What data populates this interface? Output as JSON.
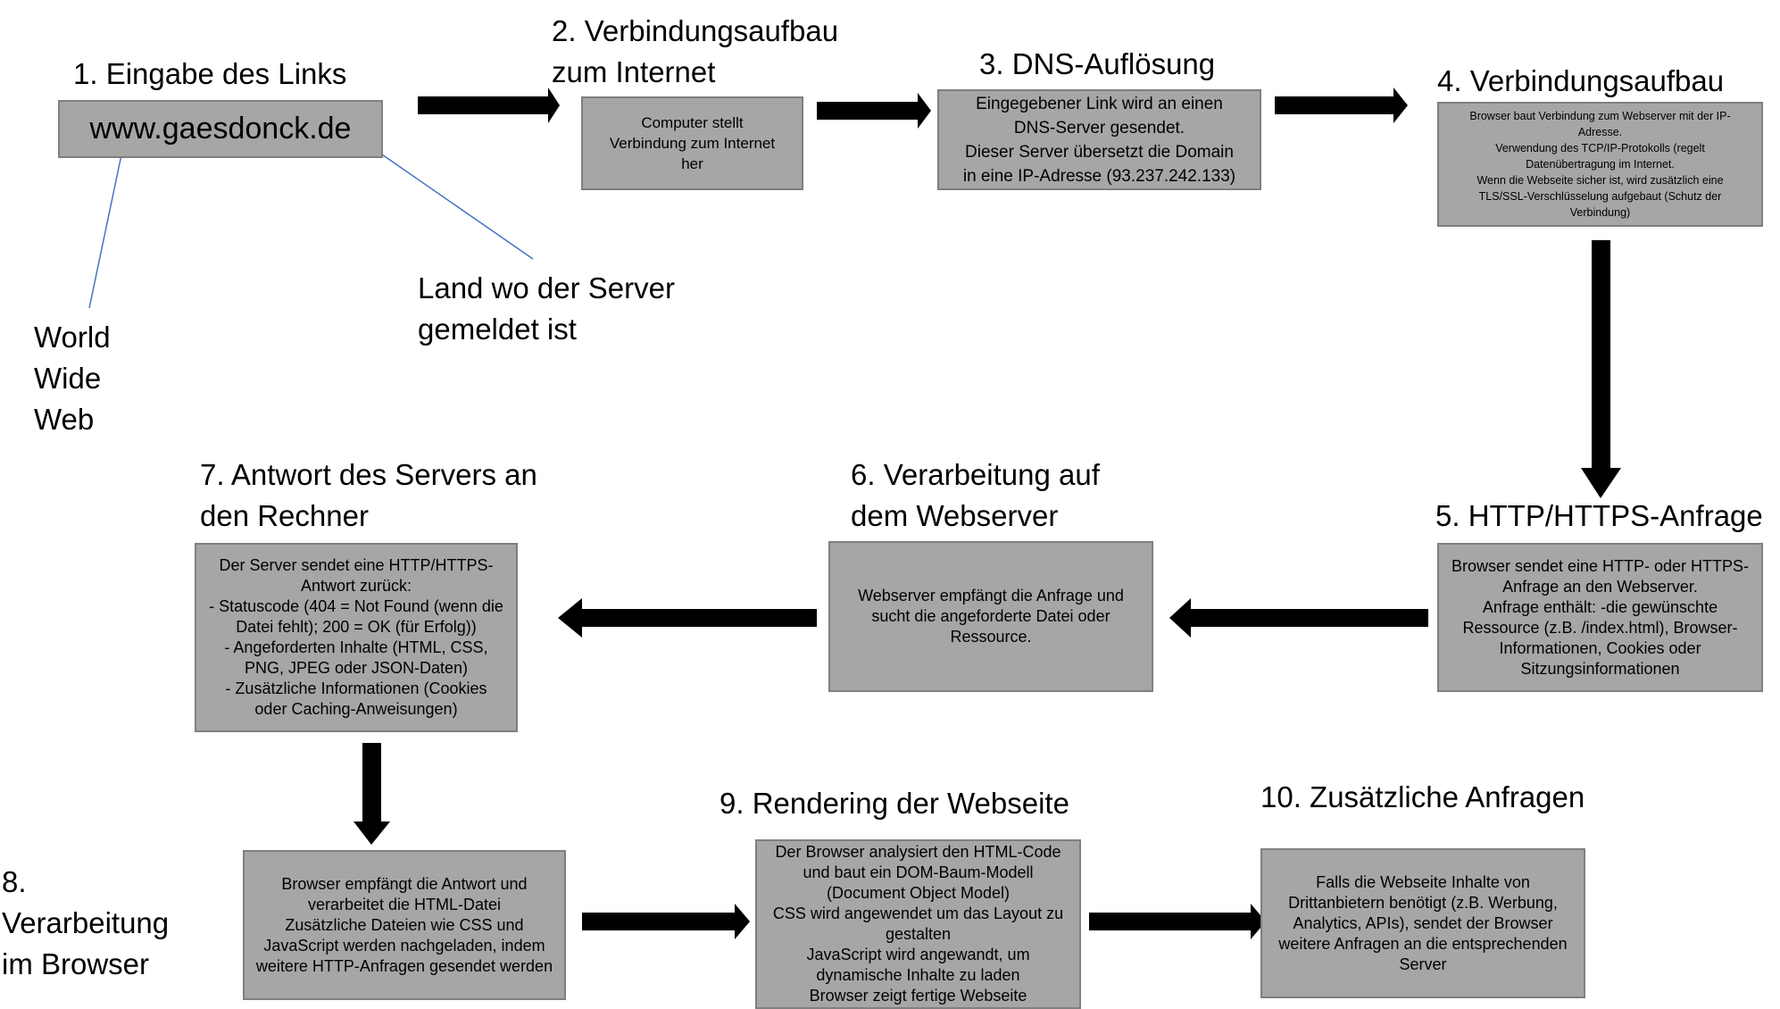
{
  "colors": {
    "box_fill": "#a6a6a6",
    "box_border": "#7f7f7f",
    "arrow": "#000000",
    "pointer_line": "#4472c4"
  },
  "steps": {
    "s1": {
      "title": [
        "1. Eingabe des Links"
      ],
      "url": "www.gaesdonck.de"
    },
    "s2": {
      "title": [
        "2. Verbindungsaufbau",
        "zum Internet"
      ],
      "text": [
        "Computer stellt",
        "Verbindung zum Internet",
        "her"
      ]
    },
    "s3": {
      "title": [
        "3. DNS-Auflösung"
      ],
      "text": [
        "Eingegebener Link wird an einen",
        "DNS-Server gesendet.",
        "Dieser Server übersetzt die Domain",
        "in eine IP-Adresse (93.237.242.133)"
      ]
    },
    "s4": {
      "title": [
        "4. Verbindungsaufbau"
      ],
      "text": [
        "Browser baut Verbindung zum Webserver mit der IP-",
        "Adresse.",
        "Verwendung des TCP/IP-Protokolls (regelt",
        "Datenübertragung im Internet.",
        "Wenn die Webseite sicher ist, wird zusätzlich eine",
        "TLS/SSL-Verschlüsselung aufgebaut (Schutz der",
        "Verbindung)"
      ]
    },
    "s5": {
      "title": [
        "5. HTTP/HTTPS-Anfrage"
      ],
      "text": [
        "Browser sendet eine HTTP- oder HTTPS-",
        "Anfrage an den Webserver.",
        "Anfrage enthält: -die gewünschte",
        "Ressource (z.B. /index.html), Browser-",
        "Informationen, Cookies oder",
        "Sitzungsinformationen"
      ]
    },
    "s6": {
      "title": [
        "6. Verarbeitung auf",
        "dem Webserver"
      ],
      "text": [
        "Webserver empfängt die Anfrage und",
        "sucht die angeforderte Datei oder",
        "Ressource."
      ]
    },
    "s7": {
      "title": [
        "7. Antwort des Servers an",
        "den Rechner"
      ],
      "text": [
        "Der Server sendet eine HTTP/HTTPS-",
        "Antwort zurück:",
        "- Statuscode (404 = Not Found (wenn die",
        "Datei fehlt); 200 = OK (für Erfolg))",
        "-     Angeforderten Inhalte (HTML, CSS,",
        "PNG, JPEG oder JSON-Daten)",
        "-     Zusätzliche Informationen (Cookies",
        "oder Caching-Anweisungen)"
      ]
    },
    "s8": {
      "title": [
        "8.",
        "Verarbeitung",
        "im Browser"
      ],
      "text": [
        "Browser empfängt die Antwort und",
        "verarbeitet die HTML-Datei",
        "Zusätzliche Dateien wie CSS und",
        "JavaScript werden nachgeladen, indem",
        "weitere HTTP-Anfragen gesendet werden"
      ]
    },
    "s9": {
      "title": [
        "9. Rendering der Webseite"
      ],
      "text": [
        "Der Browser analysiert den HTML-Code",
        "und baut ein DOM-Baum-Modell",
        "(Document Object Model)",
        "CSS wird angewendet um das Layout zu",
        "gestalten",
        "JavaScript wird angewandt, um",
        "dynamische Inhalte zu laden",
        "Browser zeigt fertige Webseite"
      ]
    },
    "s10": {
      "title": [
        "10. Zusätzliche Anfragen"
      ],
      "text": [
        "Falls die Webseite Inhalte von",
        "Drittanbietern benötigt (z.B. Werbung,",
        "Analytics, APIs), sendet der Browser",
        "weitere Anfragen an die entsprechenden",
        "Server"
      ]
    }
  },
  "annotations": {
    "www": [
      "World",
      "Wide",
      "Web"
    ],
    "country": [
      "Land wo der Server",
      "gemeldet ist"
    ]
  }
}
